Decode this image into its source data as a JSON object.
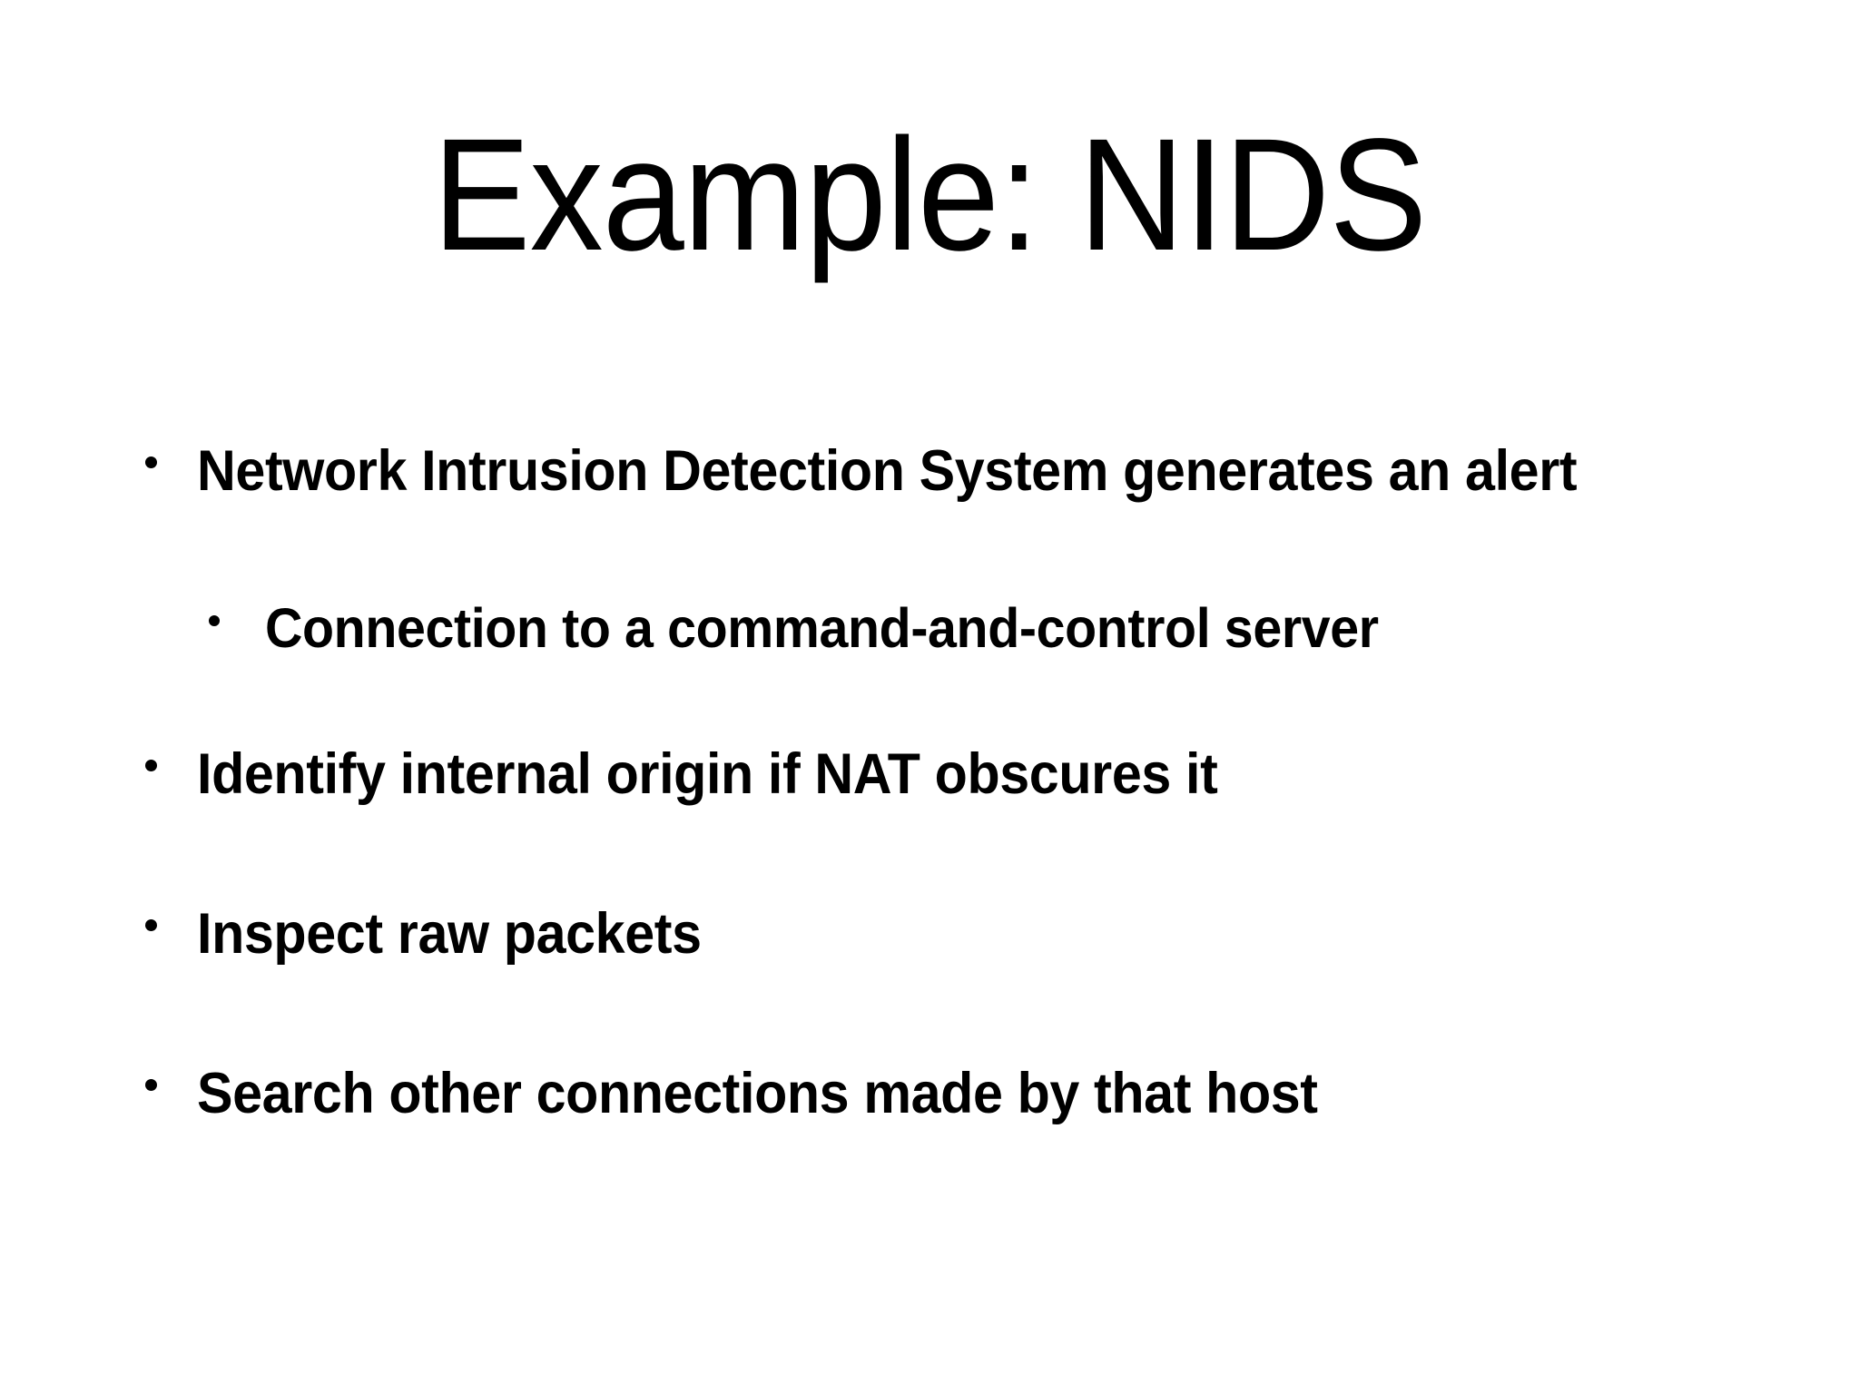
{
  "slide": {
    "background_color": "#ffffff",
    "text_color": "#000000",
    "title": "Example: NIDS",
    "bullets": [
      {
        "level": 1,
        "marker": "dot",
        "text": "Network Intrusion Detection System generates an alert"
      },
      {
        "level": 2,
        "marker": "dot",
        "text": "Connection to a command-and-control server"
      },
      {
        "level": 1,
        "marker": "dot",
        "text": "Identify internal origin if NAT obscures it"
      },
      {
        "level": 1,
        "marker": "dot",
        "text": "Inspect raw packets"
      },
      {
        "level": 1,
        "marker": "dot",
        "text": "Search other connections made by that host"
      }
    ]
  }
}
